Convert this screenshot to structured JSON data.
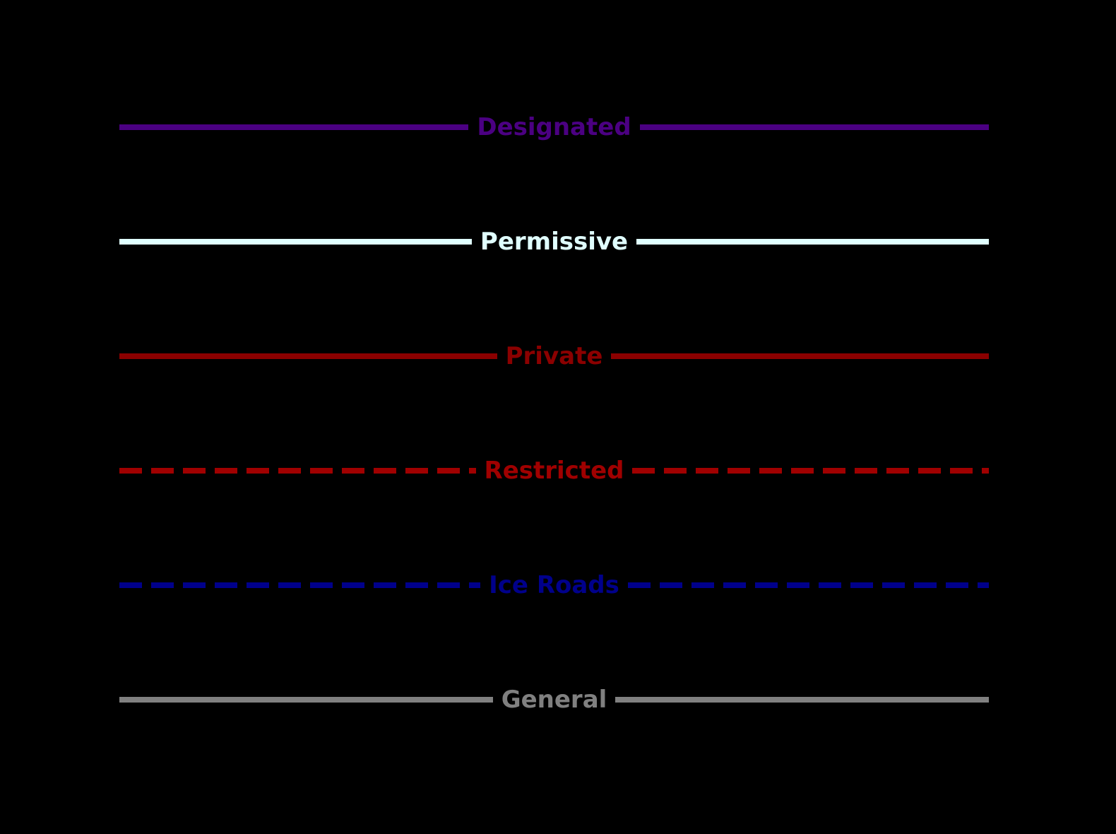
{
  "background_color": "#000000",
  "legend": {
    "items": [
      {
        "label": "Designated",
        "color": "#4B0082",
        "line_style": "solid"
      },
      {
        "label": "Permissive",
        "color": "#E0FFFF",
        "line_style": "solid"
      },
      {
        "label": "Private",
        "color": "#8B0000",
        "line_style": "solid"
      },
      {
        "label": "Restricted",
        "color": "#A00000",
        "line_style": "dashed"
      },
      {
        "label": "Ice Roads",
        "color": "#00008B",
        "line_style": "dashed"
      },
      {
        "label": "General",
        "color": "#808080",
        "line_style": "solid"
      }
    ]
  }
}
